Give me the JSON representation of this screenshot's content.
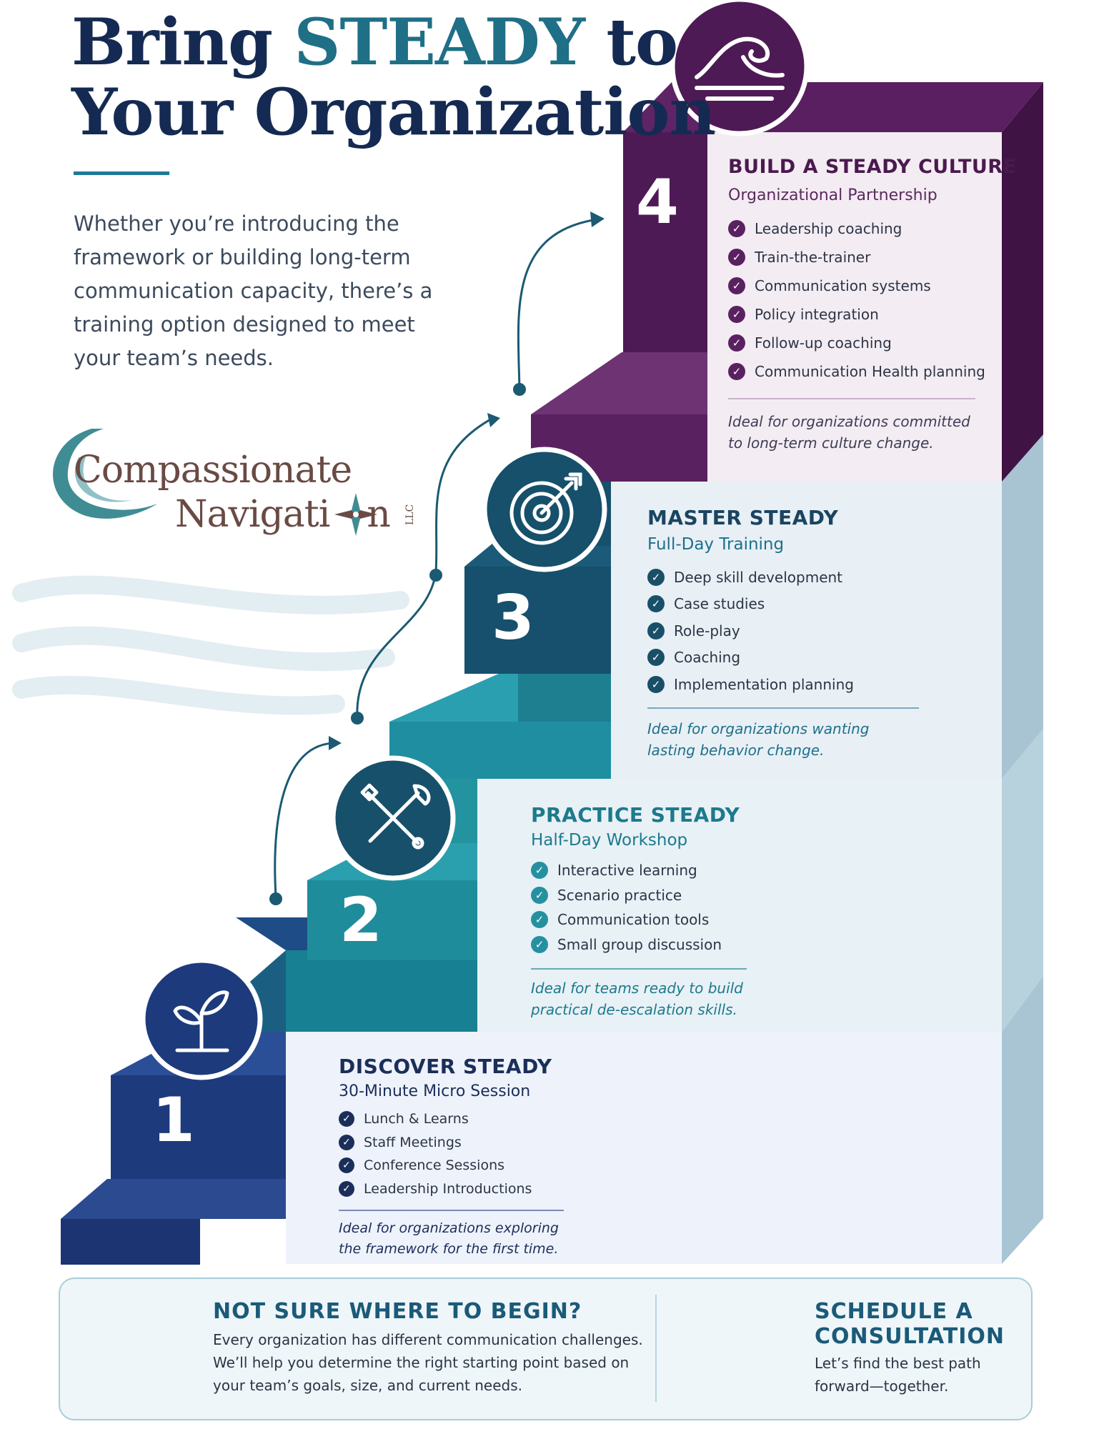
{
  "header": {
    "title_part1": "Bring ",
    "title_accent": "STEADY",
    "title_part2": " to",
    "title_line2": "Your Organization",
    "intro": "Whether you’re introducing the framework or building long-term communication capacity, there’s a training option designed to meet your team’s needs."
  },
  "logo": {
    "line1": "Compassionate",
    "line2": "Navigati",
    "line2_end": "n",
    "suffix": "LLC"
  },
  "steps": [
    {
      "number": "1",
      "icon": "sprout-icon",
      "title": "DISCOVER STEADY",
      "subtitle": "30-Minute Micro Session",
      "items": [
        "Lunch & Learns",
        "Staff Meetings",
        "Conference Sessions",
        "Leadership Introductions"
      ],
      "note_line1": "Ideal for organizations exploring",
      "note_line2": "the framework for the first time.",
      "color": "#1b3a7a"
    },
    {
      "number": "2",
      "icon": "tools-icon",
      "title": "PRACTICE STEADY",
      "subtitle": "Half-Day Workshop",
      "items": [
        "Interactive learning",
        "Scenario practice",
        "Communication tools",
        "Small group discussion"
      ],
      "note_line1": "Ideal for teams ready to build",
      "note_line2": "practical de-escalation skills.",
      "color": "#1f8494"
    },
    {
      "number": "3",
      "icon": "target-icon",
      "title": "MASTER STEADY",
      "subtitle": "Full-Day Training",
      "items": [
        "Deep skill development",
        "Case studies",
        "Role-play",
        "Coaching",
        "Implementation planning"
      ],
      "note_line1": "Ideal for organizations wanting",
      "note_line2": "lasting behavior change.",
      "color": "#17506a"
    },
    {
      "number": "4",
      "icon": "wave-icon",
      "title": "BUILD A STEADY CULTURE",
      "subtitle": "Organizational Partnership",
      "items": [
        "Leadership coaching",
        "Train-the-trainer",
        "Communication systems",
        "Policy integration",
        "Follow-up coaching",
        "Communication Health planning"
      ],
      "note_line1": "Ideal for organizations committed",
      "note_line2": "to long-term culture change.",
      "color": "#4e1a55"
    }
  ],
  "check_glyph": "✓",
  "footer": {
    "left_icon": "people-group-icon",
    "left_title": "NOT SURE WHERE TO BEGIN?",
    "left_line1": "Every organization has different communication challenges.",
    "left_line2": "We’ll help you determine the right starting point based on",
    "left_line3": "your team’s goals, size, and current needs.",
    "right_icon": "calendar-icon",
    "right_title_line1": "SCHEDULE A",
    "right_title_line2": "CONSULTATION",
    "right_line1": "Let’s find the best path",
    "right_line2": "forward—together."
  }
}
